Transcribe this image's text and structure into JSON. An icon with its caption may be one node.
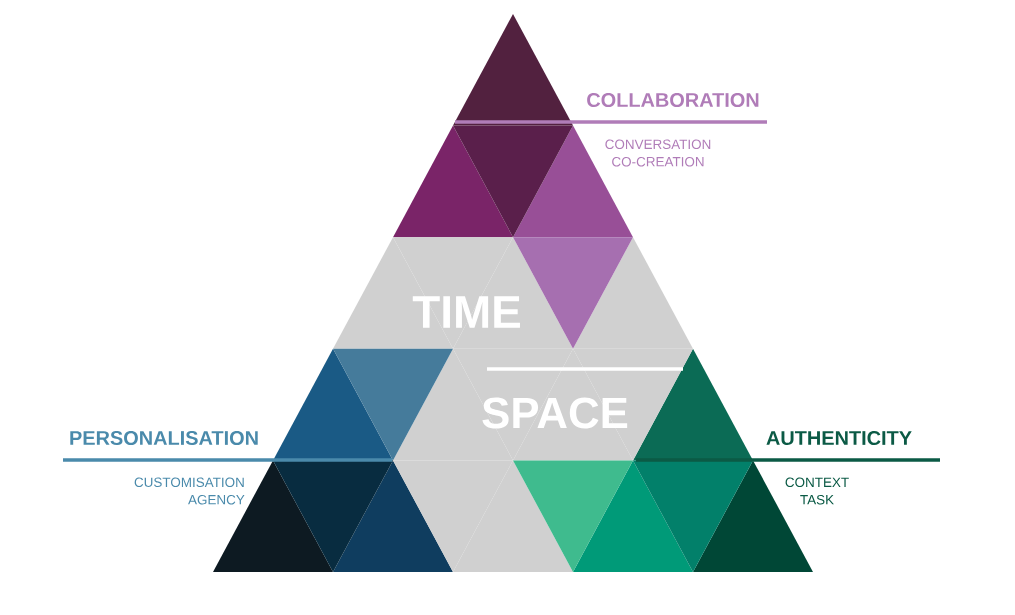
{
  "diagram": {
    "labels": [
      "COLLABORATION",
      "CONVERSATION CO-CREATION",
      "TIME",
      "SPACE",
      "PERSONALISATION",
      "CUSTOMISATION AGENCY",
      "AUTHENTICITY",
      "CONTEXT TASK"
    ]
  }
}
